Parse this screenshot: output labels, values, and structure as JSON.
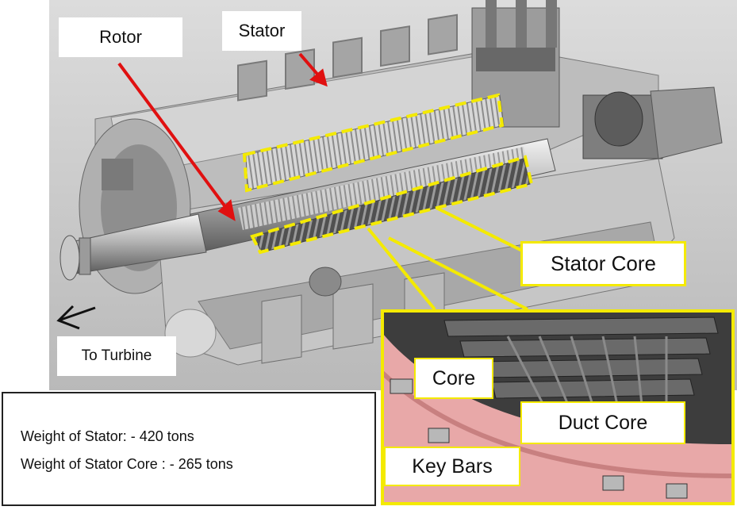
{
  "labels": {
    "rotor": "Rotor",
    "stator": "Stator",
    "to_turbine": "To Turbine",
    "stator_core": "Stator Core",
    "core": "Core",
    "duct_core": "Duct Core",
    "key_bars": "Key Bars"
  },
  "weights": {
    "stator": "Weight of Stator: - 420 tons",
    "stator_core": "Weight of Stator Core : - 265 tons"
  },
  "colors": {
    "highlight": "#f4ea00",
    "arrow": "#e01010",
    "background_gray": "#c9c9c9",
    "detail_dark": "#3d3d3d",
    "detail_pink": "#e8a8a8"
  },
  "icons": {
    "left_arrow": "arrow-left-icon",
    "red_arrow": "pointer-arrow-icon"
  }
}
